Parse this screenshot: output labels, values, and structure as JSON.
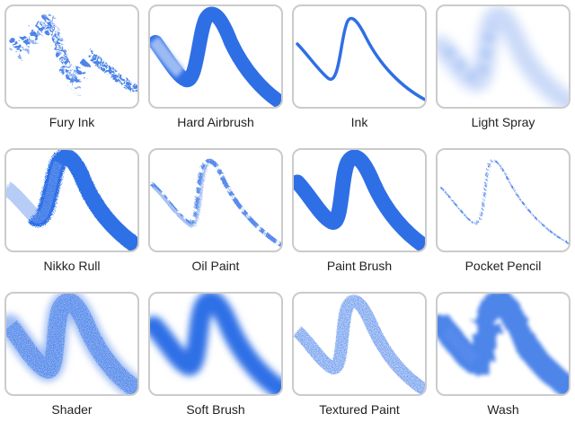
{
  "accent_color": "#2f6fe6",
  "brushes": [
    {
      "label": "Fury Ink",
      "icon": "fury-ink-stroke-icon"
    },
    {
      "label": "Hard Airbrush",
      "icon": "hard-airbrush-stroke-icon"
    },
    {
      "label": "Ink",
      "icon": "ink-stroke-icon"
    },
    {
      "label": "Light Spray",
      "icon": "light-spray-stroke-icon"
    },
    {
      "label": "Nikko Rull",
      "icon": "nikko-rull-stroke-icon"
    },
    {
      "label": "Oil Paint",
      "icon": "oil-paint-stroke-icon"
    },
    {
      "label": "Paint Brush",
      "icon": "paint-brush-stroke-icon"
    },
    {
      "label": "Pocket Pencil",
      "icon": "pocket-pencil-stroke-icon"
    },
    {
      "label": "Shader",
      "icon": "shader-stroke-icon"
    },
    {
      "label": "Soft Brush",
      "icon": "soft-brush-stroke-icon"
    },
    {
      "label": "Textured Paint",
      "icon": "textured-paint-stroke-icon"
    },
    {
      "label": "Wash",
      "icon": "wash-stroke-icon"
    }
  ]
}
